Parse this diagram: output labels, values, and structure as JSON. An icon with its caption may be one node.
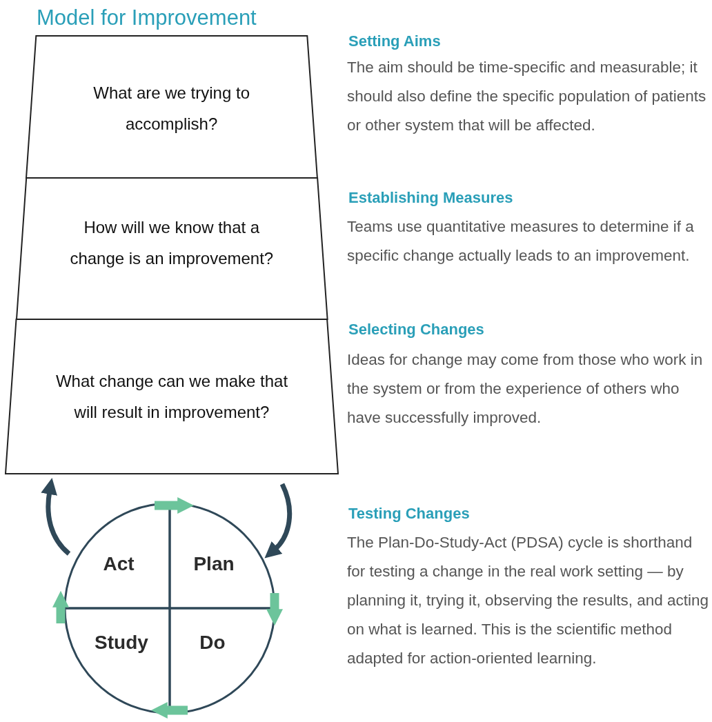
{
  "diagram": {
    "title": "Model for Improvement",
    "nodes": [
      {
        "text": [
          "What are we trying to accomplish?"
        ]
      },
      {
        "text": [
          "How will we know that a change is an improvement?"
        ]
      },
      {
        "text": [
          "What change can we make that will result in improvement?"
        ]
      },
      {
        "text": [
          "Act"
        ]
      },
      {
        "text": [
          "Plan"
        ]
      },
      {
        "text": [
          "Study"
        ]
      },
      {
        "text": [
          "Do"
        ]
      }
    ],
    "edges": [
      {
        "from": 2,
        "to": 4,
        "arrow": "to",
        "color": "#2f4858"
      },
      {
        "from": 3,
        "to": 2,
        "arrow": "to",
        "color": "#2f4858"
      },
      {
        "from": 3,
        "to": 4,
        "arrow": "to"
      },
      {
        "from": 4,
        "to": 6,
        "arrow": "to"
      },
      {
        "from": 6,
        "to": 5,
        "arrow": "to"
      },
      {
        "from": 5,
        "to": 3,
        "arrow": "to"
      }
    ],
    "labels": [
      "Setting Aims",
      "The aim should be time-specific and measurable; it should also define the specific population of patients or other system that will be affected.",
      "Establishing Measures",
      "Teams use quantitative measures to determine if a specific change actually leads to an improvement.",
      "Selecting Changes",
      "Ideas for change may come from those who work in the system or from the experience of others who have successfully improved.",
      "Testing Changes",
      "The Plan-Do-Study-Act (PDSA) cycle is shorthand for testing a change in the real work setting — by planning it, trying it, observing the results, and acting on what is learned. This is the scientific method adapted for action-oriented learning."
    ]
  }
}
